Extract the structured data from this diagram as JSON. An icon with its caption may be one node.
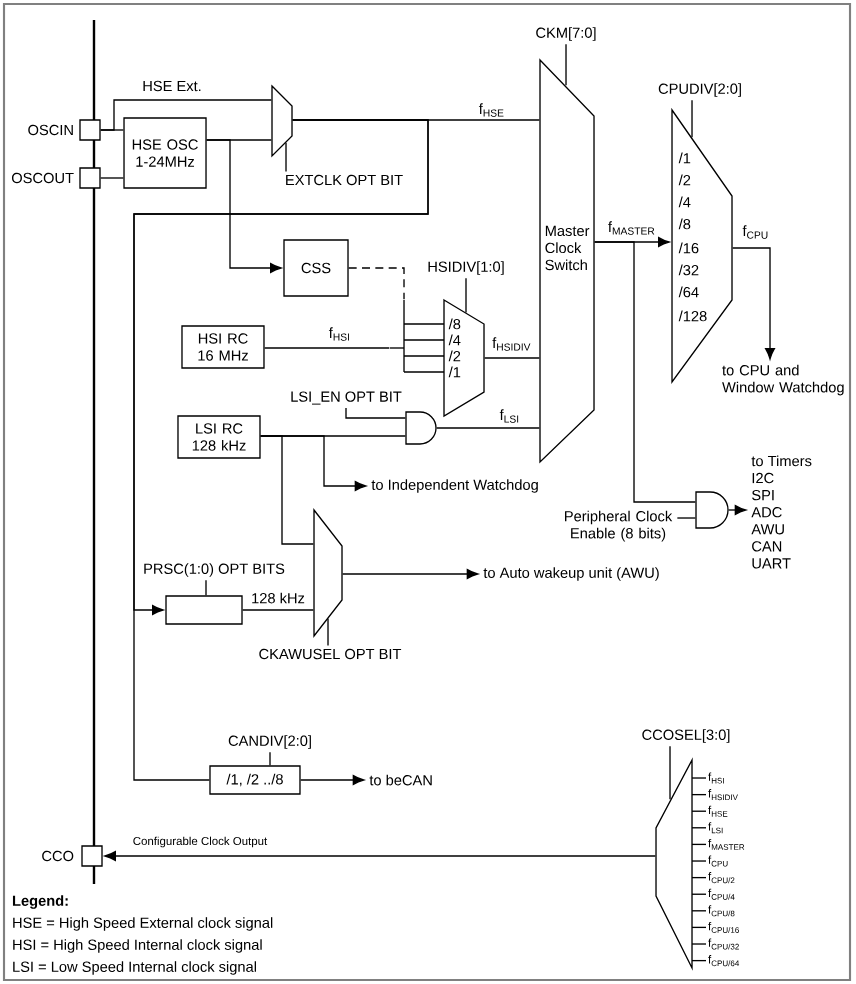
{
  "diagram": {
    "nodes": [
      {
        "text": [],
        "shape": "box",
        "beside": [
          "OSCIN"
        ]
      },
      {
        "text": [],
        "shape": "box",
        "beside": [
          "OSCOUT"
        ]
      },
      {
        "text": [
          "HSE OSC 1-24MHz"
        ]
      },
      {
        "text": [],
        "shape": "trapezoid"
      },
      {
        "text": [
          "CSS"
        ]
      },
      {
        "text": [
          "HSI RC 16 MHz"
        ]
      },
      {
        "text": [
          "/8",
          "/4",
          "/2",
          "/1"
        ]
      },
      {
        "text": [
          "LSI RC 128 kHz"
        ]
      },
      {
        "text": [],
        "shape": "gate"
      },
      {
        "text": [],
        "shape": "trapezoid"
      },
      {
        "text": [],
        "shape": "box"
      },
      {
        "text": [
          "Master Clock Switch"
        ]
      },
      {
        "text": [
          "/1",
          "/2",
          "/4",
          "/8",
          "/16",
          "/32",
          "/64",
          "/128"
        ]
      },
      {
        "text": [],
        "shape": "gate"
      },
      {
        "text": [
          "/1, /2 ../8"
        ]
      },
      {
        "text": [],
        "shape": "box",
        "beside": [
          "CCO"
        ]
      },
      {
        "text": [],
        "shape": "trapezoid",
        "beside": [
          "f$_{HSI}$",
          "f$_{HSIDIV}$",
          "f$_{HSE}$",
          "f$_{LSI}$",
          "f$_{MASTER}$",
          "f$_{CPU}$",
          "f$_{CPU/2}$",
          "f$_{CPU/4}$",
          "f$_{CPU/8}$",
          "f$_{CPU/16}$",
          "f$_{CPU/32}$",
          "f$_{CPU/64}$"
        ]
      },
      {
        "text": [
          "to CPU and Window Watchdog"
        ]
      },
      {
        "text": [
          "to Independent Watchdog"
        ]
      },
      {
        "text": [
          "to Auto wakeup unit (AWU)"
        ]
      },
      {
        "text": [
          "Peripheral Clock Enable (8 bits)"
        ]
      },
      {
        "text": [
          "to Timers",
          "I2C",
          "SPI",
          "ADC",
          "AWU",
          "CAN",
          "UART"
        ]
      },
      {
        "text": [
          "to beCAN"
        ]
      },
      {
        "text": [
          "CKM[7:0]"
        ]
      },
      {
        "text": [
          "CPUDIV[2:0]"
        ]
      },
      {
        "text": [
          "EXTCLK OPT BIT"
        ]
      },
      {
        "text": [
          "HSIDIV[1:0]"
        ]
      },
      {
        "text": [
          "LSI_EN OPT BIT"
        ]
      },
      {
        "text": [
          "PRSC(1:0) OPT BITS"
        ]
      },
      {
        "text": [
          "CKAWUSEL OPT BIT"
        ]
      },
      {
        "text": [
          "CANDIV[2:0]"
        ]
      },
      {
        "text": [
          "CCOSEL[3:0]"
        ]
      }
    ],
    "edges": [
      {
        "from": 0,
        "to": 2,
        "arrow": "none"
      },
      {
        "from": 1,
        "to": 2,
        "arrow": "none"
      },
      {
        "from": 0,
        "to": 3,
        "arrow": "none",
        "label": "HSE Ext."
      },
      {
        "from": 2,
        "to": 3,
        "arrow": "none"
      },
      {
        "from": 2,
        "to": 4,
        "arrow": "to"
      },
      {
        "from": 3,
        "to": 11,
        "arrow": "none",
        "label": "f$_{HSE}$"
      },
      {
        "from": 3,
        "to": 10,
        "arrow": "to"
      },
      {
        "from": 3,
        "to": 14,
        "arrow": "none"
      },
      {
        "from": 4,
        "to": 6,
        "arrow": "none",
        "style": "dashed"
      },
      {
        "from": 5,
        "to": 6,
        "arrow": "none",
        "label": "f$_{HSI}$"
      },
      {
        "from": 6,
        "to": 11,
        "arrow": "none",
        "label": "f$_{HSIDIV}$"
      },
      {
        "from": 7,
        "to": 8,
        "arrow": "none"
      },
      {
        "from": 8,
        "to": 11,
        "arrow": "none",
        "label": "f$_{LSI}$"
      },
      {
        "from": 7,
        "to": 18,
        "arrow": "to"
      },
      {
        "from": 7,
        "to": 9,
        "arrow": "none"
      },
      {
        "from": 10,
        "to": 9,
        "arrow": "none",
        "label": "128 kHz"
      },
      {
        "from": 9,
        "to": 19,
        "arrow": "to"
      },
      {
        "from": 11,
        "to": 12,
        "arrow": "to",
        "label": "f$_{MASTER}$"
      },
      {
        "from": 12,
        "to": 17,
        "arrow": "to",
        "label": "f$_{CPU}$"
      },
      {
        "from": 11,
        "to": 13,
        "arrow": "none"
      },
      {
        "from": 20,
        "to": 13,
        "arrow": "none"
      },
      {
        "from": 13,
        "to": 21,
        "arrow": "to"
      },
      {
        "from": 14,
        "to": 22,
        "arrow": "to"
      },
      {
        "from": 16,
        "to": 15,
        "arrow": "to",
        "label": "Configurable Clock Output"
      },
      {
        "from": 23,
        "to": 11,
        "arrow": "none"
      },
      {
        "from": 24,
        "to": 12,
        "arrow": "none"
      },
      {
        "from": 25,
        "to": 3,
        "arrow": "none"
      },
      {
        "from": 26,
        "to": 6,
        "arrow": "none"
      },
      {
        "from": 27,
        "to": 8,
        "arrow": "none"
      },
      {
        "from": 28,
        "to": 10,
        "arrow": "none"
      },
      {
        "from": 29,
        "to": 9,
        "arrow": "none"
      },
      {
        "from": 30,
        "to": 14,
        "arrow": "none"
      },
      {
        "from": 31,
        "to": 16,
        "arrow": "none"
      }
    ],
    "labels": [
      "Legend:",
      "HSE = High Speed External clock signal",
      "HSI = High Speed Internal clock signal",
      "LSI = Low Speed Internal clock signal"
    ]
  }
}
